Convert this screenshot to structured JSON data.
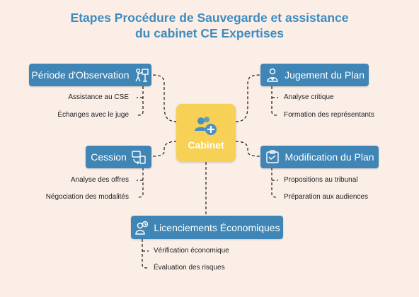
{
  "title": {
    "line1": "Etapes Procédure de Sauvegarde et assistance",
    "line2": "du cabinet CE Expertises"
  },
  "center": {
    "label": "Cabinet",
    "icon": "users-plus-icon"
  },
  "nodes": {
    "observation": {
      "label": "Période d'Observation",
      "icon": "presenter-icon",
      "items": [
        "Assistance au CSE",
        "Échanges avec le juge"
      ]
    },
    "jugement": {
      "label": "Jugement du Plan",
      "icon": "judge-icon",
      "items": [
        "Analyse critique",
        "Formation des représentants"
      ]
    },
    "cession": {
      "label": "Cession",
      "icon": "transfer-icon",
      "items": [
        "Analyse des offres",
        "Négociation des modalités"
      ]
    },
    "modification": {
      "label": "Modification du Plan",
      "icon": "clipboard-icon",
      "items": [
        "Propositions au tribunal",
        "Préparation aux audiences"
      ]
    },
    "licenciements": {
      "label": "Licenciements Économiques",
      "icon": "worker-icon",
      "items": [
        "Vérification économique",
        "Évaluation des risques"
      ]
    }
  },
  "colors": {
    "background": "#fbeee7",
    "title": "#3f8bbd",
    "node": "#3f85b5",
    "center": "#f7d155",
    "connector": "#1a1a1a"
  }
}
